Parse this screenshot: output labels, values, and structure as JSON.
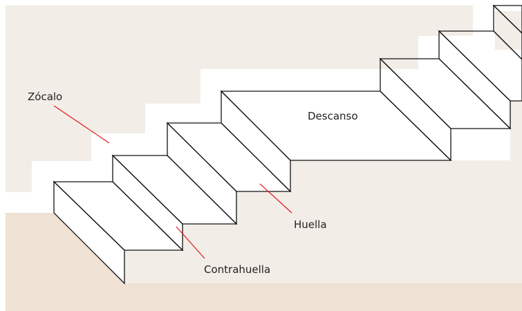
{
  "labels": {
    "zocalo": "Zócalo",
    "descanso": "Descanso",
    "huella": "Huella",
    "contrahuella": "Contrahuella"
  },
  "colors": {
    "wall": "#f3ede7",
    "floor": "#efe1d3",
    "tread": "#edf6fd",
    "riser": "#b3d3e8",
    "landing": "#ffffff",
    "outline": "#111111",
    "leader": "#e4161c"
  }
}
